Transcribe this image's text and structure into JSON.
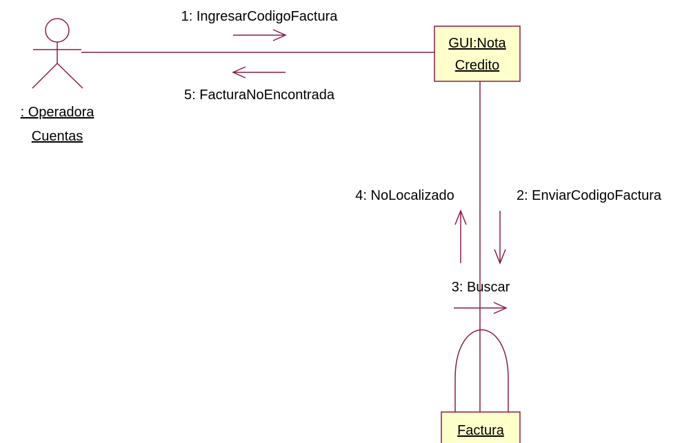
{
  "diagram": {
    "colors": {
      "line": "#8b1a4a",
      "box_fill": "#ffffcc",
      "box_border": "#8b1a4a",
      "text": "#000000",
      "background": "#ffffff"
    },
    "actor": {
      "name_line1": ": Operadora",
      "name_line2": "Cuentas"
    },
    "objects": {
      "gui": {
        "line1": "GUI:Nota",
        "line2": "Credito"
      },
      "factura": {
        "line1": "Factura"
      }
    },
    "messages": [
      {
        "id": "m1",
        "label": "1: IngresarCodigoFactura",
        "direction": "right"
      },
      {
        "id": "m2",
        "label": "2: EnviarCodigoFactura",
        "direction": "down"
      },
      {
        "id": "m3",
        "label": "3: Buscar",
        "direction": "right"
      },
      {
        "id": "m4",
        "label": "4: NoLocalizado",
        "direction": "up"
      },
      {
        "id": "m5",
        "label": "5: FacturaNoEncontrada",
        "direction": "left"
      }
    ]
  }
}
